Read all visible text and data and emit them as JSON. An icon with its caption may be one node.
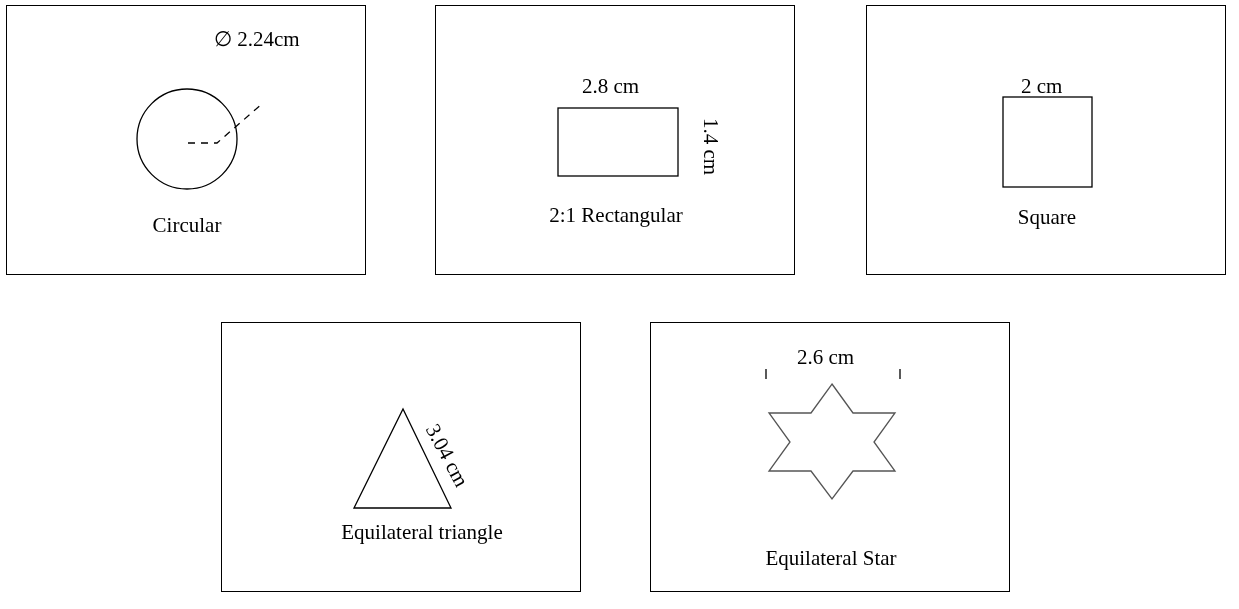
{
  "diagram": {
    "nodes": [
      {
        "text": [
          "Circular"
        ]
      },
      {
        "text": [
          "2:1 Rectangular"
        ]
      },
      {
        "text": [
          "Square"
        ]
      },
      {
        "text": [
          "Equilateral triangle"
        ]
      },
      {
        "text": [
          "Equilateral Star"
        ]
      }
    ],
    "labels": [
      "∅ 2.24cm",
      "2.8 cm",
      "1.4 cm",
      "2 cm",
      "3.04 cm",
      "2.6 cm"
    ]
  }
}
